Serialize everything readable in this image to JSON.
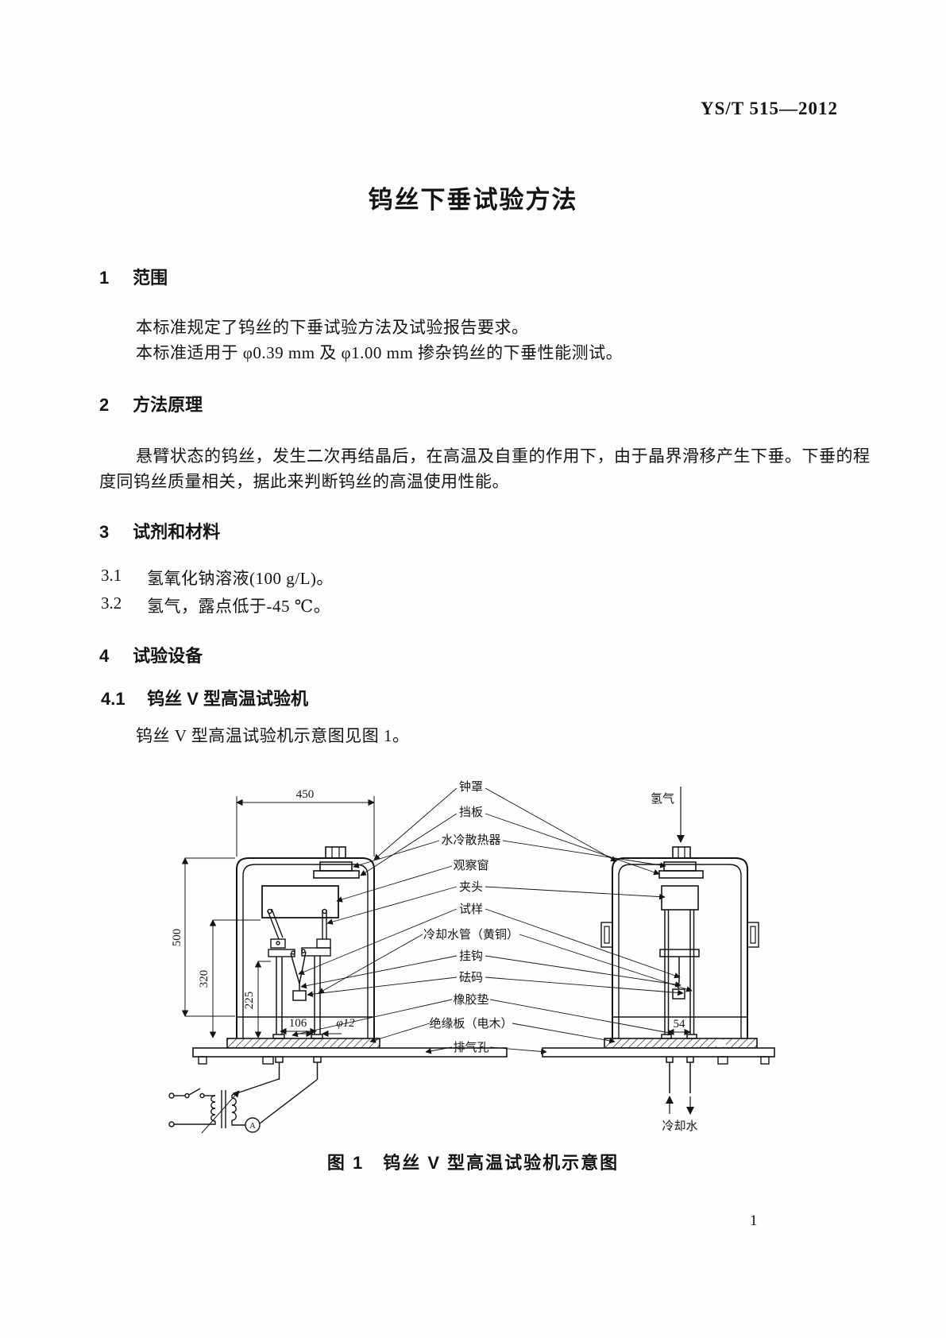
{
  "header": {
    "standard_code": "YS/T 515—2012"
  },
  "title": "钨丝下垂试验方法",
  "sections": {
    "s1": {
      "num": "1",
      "title": "范围",
      "lines": [
        "本标准规定了钨丝的下垂试验方法及试验报告要求。",
        "本标准适用于 φ0.39 mm 及 φ1.00 mm 掺杂钨丝的下垂性能测试。"
      ]
    },
    "s2": {
      "num": "2",
      "title": "方法原理",
      "lines": [
        "悬臂状态的钨丝，发生二次再结晶后，在高温及自重的作用下，由于晶界滑移产生下垂。下垂的程",
        "度同钨丝质量相关，据此来判断钨丝的高温使用性能。"
      ]
    },
    "s3": {
      "num": "3",
      "title": "试剂和材料",
      "items": [
        {
          "num": "3.1",
          "text": "氢氧化钠溶液(100 g/L)。"
        },
        {
          "num": "3.2",
          "text": "氢气，露点低于-45 ℃。"
        }
      ]
    },
    "s4": {
      "num": "4",
      "title": "试验设备",
      "sub": {
        "num": "4.1",
        "title": "钨丝 V 型高温试验机"
      },
      "intro": "钨丝 V 型高温试验机示意图见图 1。"
    }
  },
  "figure": {
    "labels": [
      "钟罩",
      "挡板",
      "水冷散热器",
      "观察窗",
      "夹头",
      "试样",
      "冷却水管（黄铜）",
      "挂钩",
      "砝码",
      "橡胶垫",
      "绝缘板（电木）",
      "排气孔"
    ],
    "dims": {
      "width": "450",
      "height": "500",
      "inner_height": "320",
      "weight_height": "225",
      "rod_spacing": "106",
      "rod_diameter": "φ12",
      "right_rod_spacing": "54"
    },
    "annotations": {
      "hydrogen": "氢气",
      "cooling_water": "冷却水",
      "ammeter": "A"
    },
    "caption": "图 1　钨丝 V 型高温试验机示意图"
  },
  "page_number": "1"
}
